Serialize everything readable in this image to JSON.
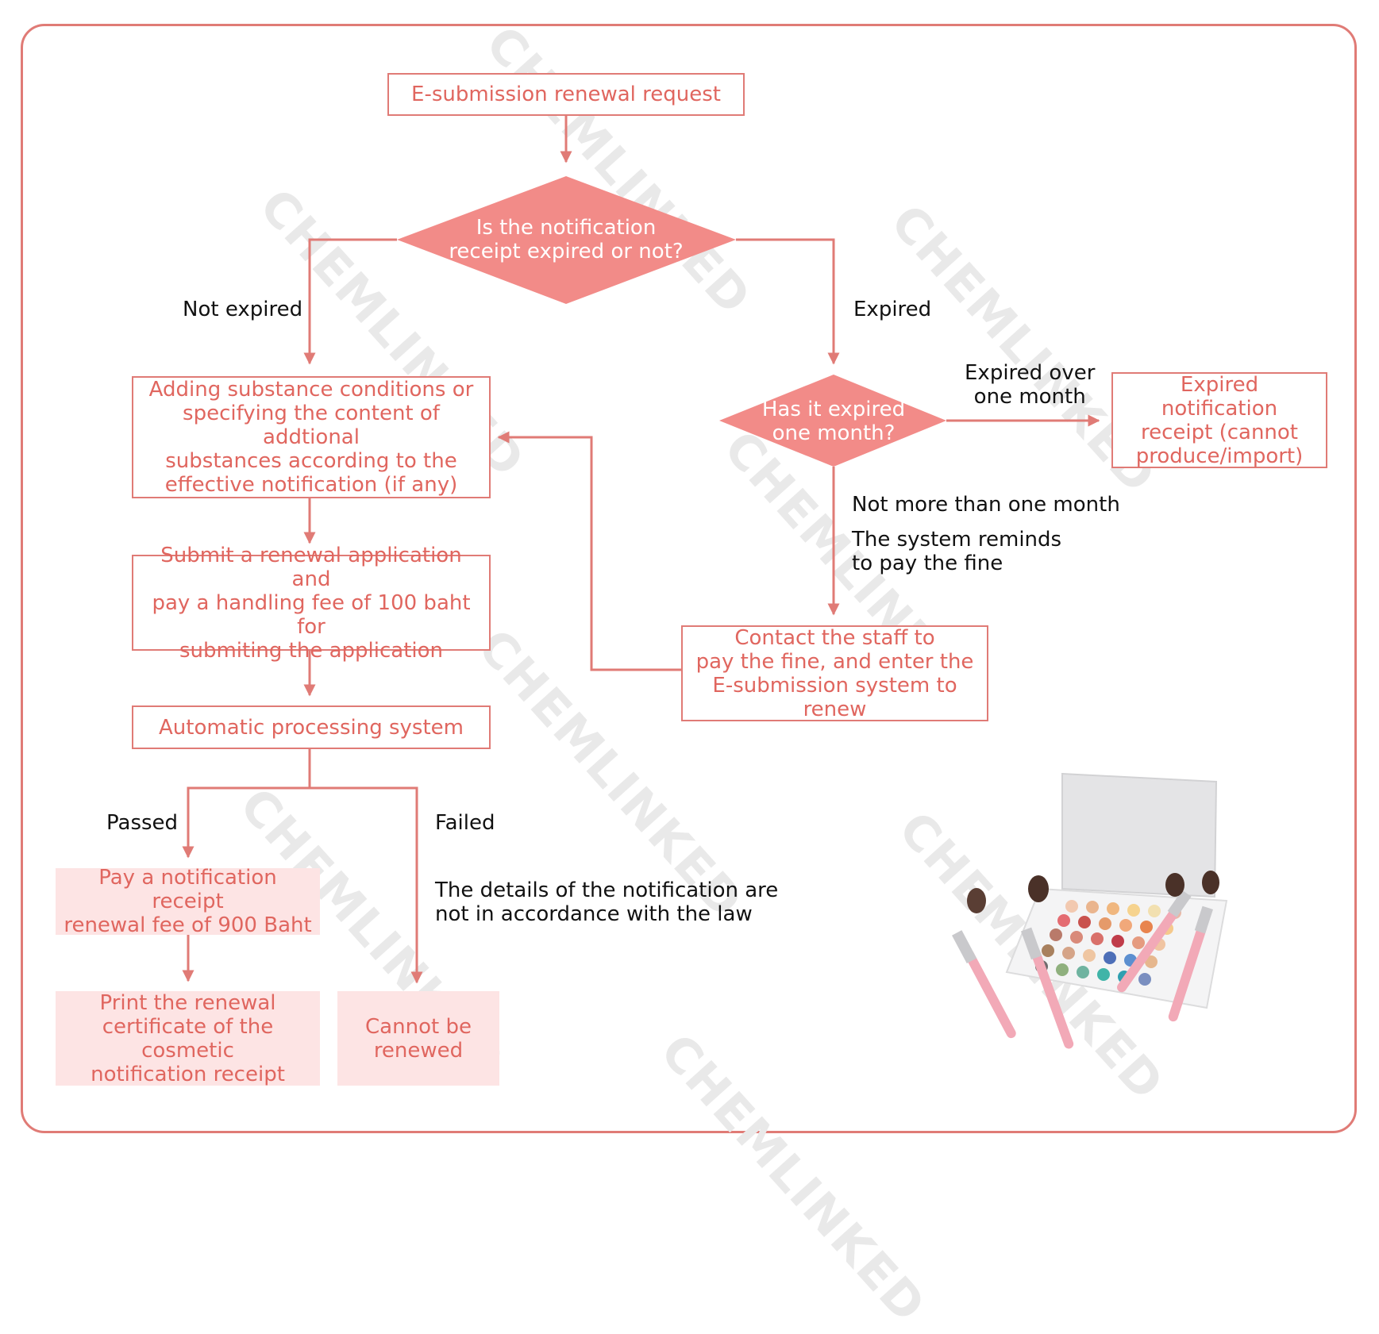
{
  "colors": {
    "accent": "#e07b76",
    "diamond": "#f28b88",
    "pale_fill": "#fde4e4",
    "text_pink": "#e0665f"
  },
  "watermark": "CHEMLINKED",
  "nodes": {
    "start": "E-submission renewal request",
    "decision1": "Is the notification\nreceipt expired or not?",
    "adding": "Adding substance conditions or\nspecifying the content of addtional\nsubstances according to the\neffective notification (if any)",
    "submit": "Submit a renewal application and\npay a handling fee of 100 baht for\nsubmiting the application",
    "auto": "Automatic processing system",
    "decision2": "Has it expired\none month?",
    "expired_result": "Expired notification\nreceipt (cannot\nproduce/import)",
    "contact": "Contact the staff to\npay the fine, and enter the\nE-submission system to renew",
    "pay": "Pay a notification receipt\nrenewal fee of 900 Baht",
    "print": "Print the renewal\ncertificate of the cosmetic\nnotification receipt",
    "cannot": "Cannot be\nrenewed"
  },
  "labels": {
    "not_expired": "Not expired",
    "expired": "Expired",
    "expired_over": "Expired over\none month",
    "not_more": "Not more than one month",
    "reminder": "The system reminds\nto pay the fine",
    "passed": "Passed",
    "failed": "Failed",
    "failed_reason": "The details of the notification are\nnot in accordance with the law"
  },
  "illustration": "eyeshadow-palette-and-brushes"
}
